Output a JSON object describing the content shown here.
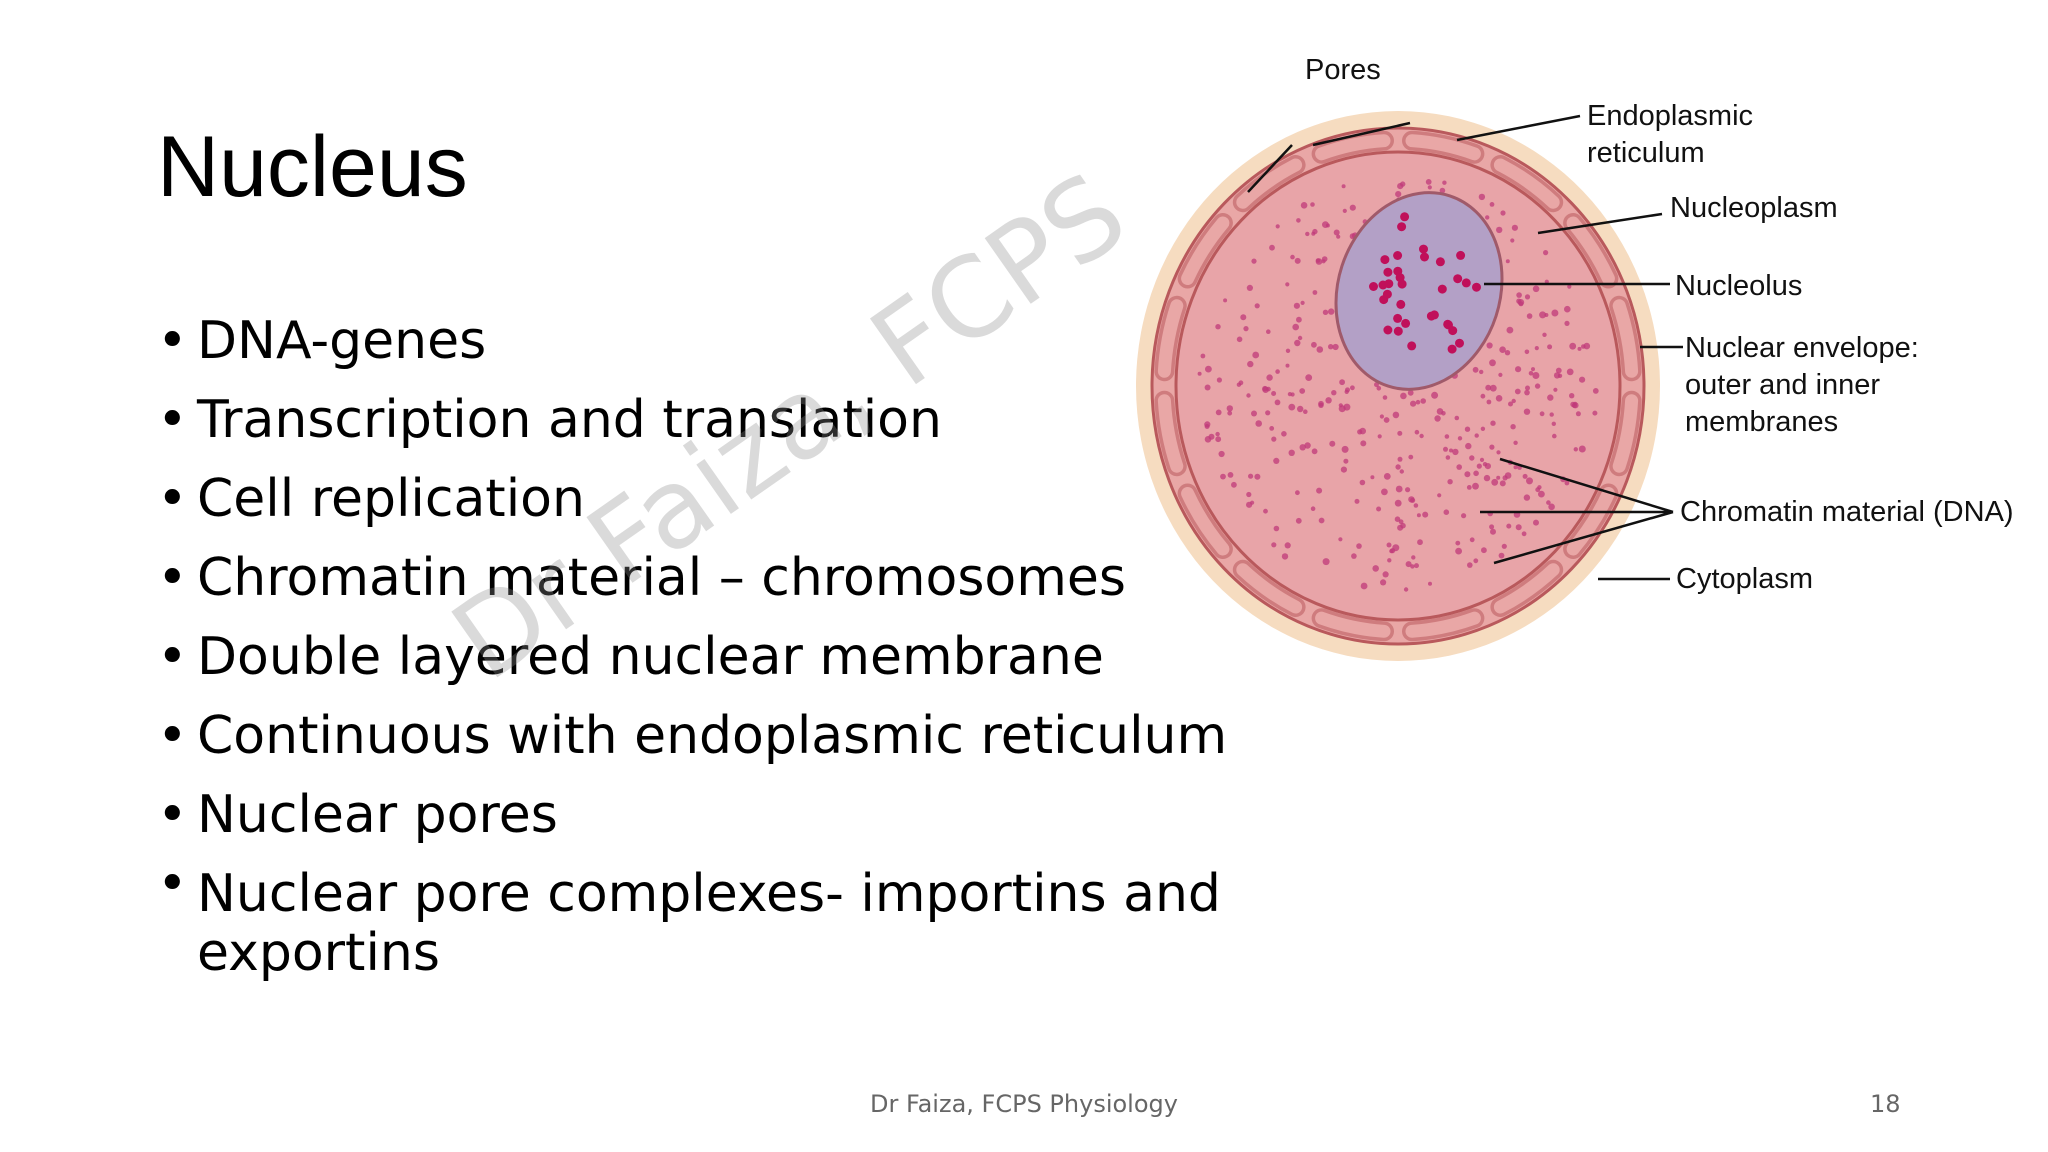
{
  "slide": {
    "title": "Nucleus",
    "bullets": [
      "DNA-genes",
      "Transcription and translation",
      "Cell replication",
      "Chromatin material – chromosomes",
      "Double layered nuclear membrane",
      "Continuous with endoplasmic reticulum",
      "Nuclear pores",
      "Nuclear pore complexes- importins and exportins"
    ],
    "watermark": "Dr Faiza, FCPS",
    "footer": "Dr Faiza, FCPS Physiology",
    "page_number": "18"
  },
  "diagram": {
    "labels": {
      "pores": "Pores",
      "er_line1": "Endoplasmic",
      "er_line2": "reticulum",
      "nucleoplasm": "Nucleoplasm",
      "nucleolus": "Nucleolus",
      "envelope_line1": "Nuclear envelope:",
      "envelope_line2": "outer and inner",
      "envelope_line3": "membranes",
      "chromatin": "Chromatin material (DNA)",
      "cytoplasm": "Cytoplasm"
    },
    "colors": {
      "cytoplasm": "#f6dcc0",
      "envelope": "#e9a7a6",
      "envelope_stroke": "#b9595c",
      "nucleoplasm": "#e8a4a8",
      "nucleolus": "#b3a0c6",
      "chromatin_dots": "#c0397a",
      "nucleolus_dots": "#c0105a"
    }
  }
}
